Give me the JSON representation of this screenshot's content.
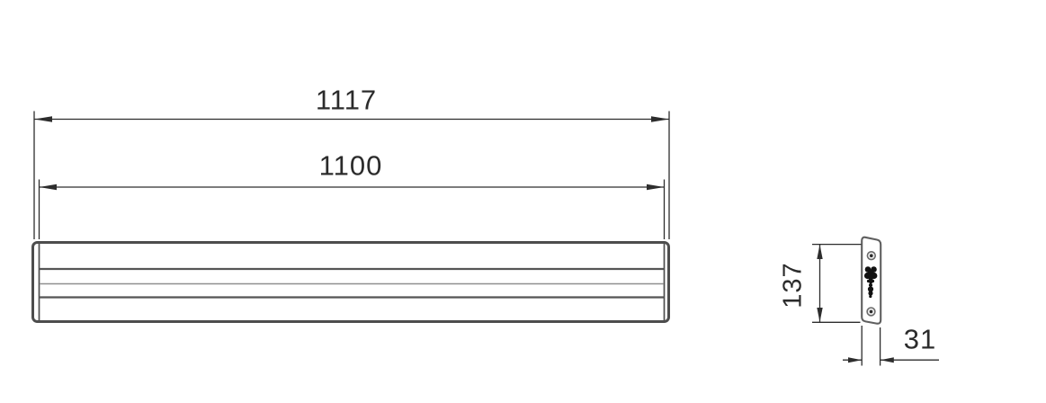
{
  "dimensions": {
    "front_overall_width": "1117",
    "front_inner_width": "1100",
    "side_height": "137",
    "side_depth": "31"
  },
  "colors": {
    "background": "#ffffff",
    "dimension_line": "#2d2d2d",
    "body_outline": "#4d4d4d",
    "body_light_line": "#909090",
    "text": "#2b2b2b",
    "keyhole_fill": "#111111"
  }
}
